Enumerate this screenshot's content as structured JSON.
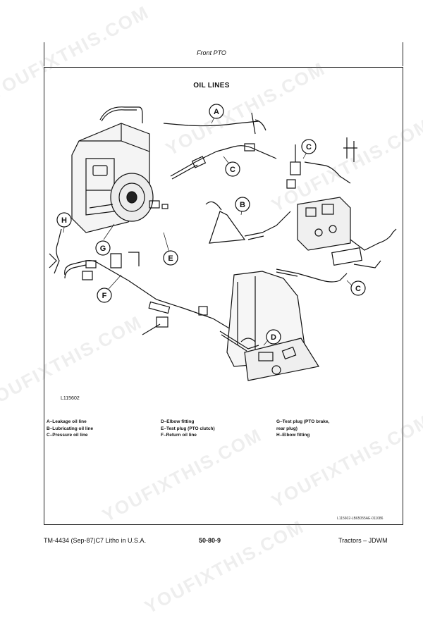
{
  "header": {
    "section_title": "Front PTO"
  },
  "figure": {
    "title": "OIL LINES",
    "illustration_id": "L115602",
    "callouts": [
      "A",
      "B",
      "C",
      "D",
      "E",
      "F",
      "G",
      "H"
    ],
    "code": "L115602-LB65055AE-011086"
  },
  "legend": {
    "col1": [
      "A–Leakage oil line",
      "B–Lubricating oil line",
      "C–Pressure oil line"
    ],
    "col2": [
      "D–Elbow fitting",
      "E–Test plug (PTO clutch)",
      "F–Return oil line"
    ],
    "col3": [
      "G–Test plug (PTO brake,",
      "rear plug)",
      "H–Elbow fitting"
    ]
  },
  "footer": {
    "left": "TM-4434 (Sep-87)C7 Litho in U.S.A.",
    "center": "50-80-9",
    "right": "Tractors – JDWM"
  },
  "watermarks": [
    "YOUFIXTHIS.COM",
    "YOUFIXTHIS.COM",
    "YOUFIXTHIS.COM",
    "YOUFIXTHIS.COM",
    "YOUFIXTHIS.COM",
    "YOUFIXTHIS.COM",
    "YOUFIXTHIS.COM"
  ]
}
